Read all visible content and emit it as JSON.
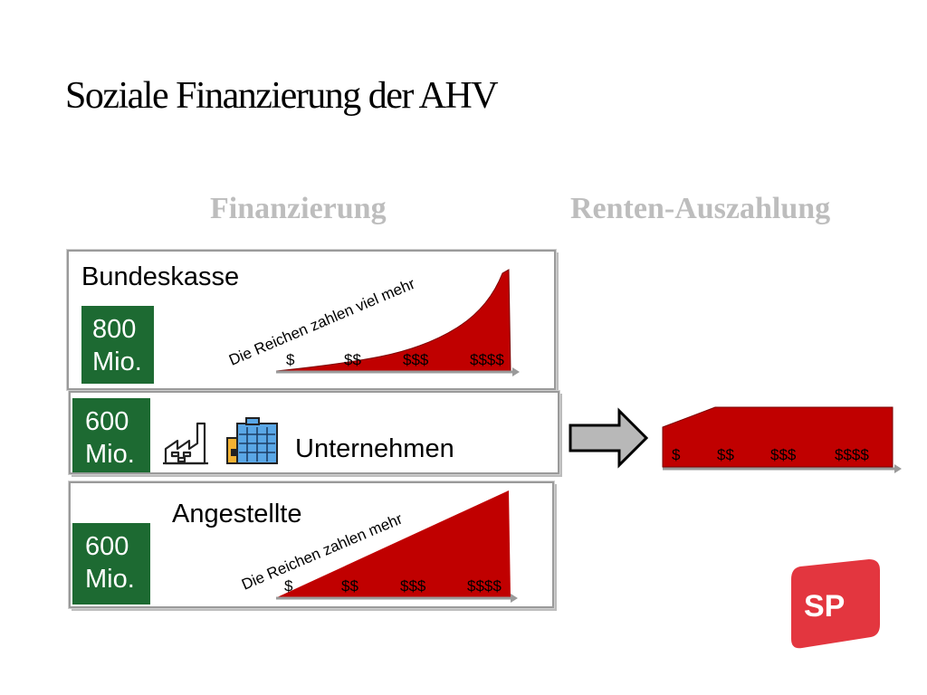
{
  "slide": {
    "title": "Soziale Finanzierung der AHV",
    "col_financing": "Finanzierung",
    "col_payout": "Renten-Auszahlung"
  },
  "bundeskasse": {
    "label": "Bundeskasse",
    "amount_line1": "800",
    "amount_line2": "Mio.",
    "slogan": "Die Reichen zahlen viel mehr",
    "ticks": [
      "$",
      "$$",
      "$$$",
      "$$$$"
    ]
  },
  "unternehmen": {
    "label": "Unternehmen",
    "amount_line1": "600",
    "amount_line2": "Mio."
  },
  "angestellte": {
    "label": "Angestellte",
    "amount_line1": "600",
    "amount_line2": "Mio.",
    "slogan": "Die Reichen zahlen mehr",
    "ticks": [
      "$",
      "$$",
      "$$$",
      "$$$$"
    ]
  },
  "renten": {
    "ticks": [
      "$",
      "$$",
      "$$$",
      "$$$$"
    ]
  },
  "logo": {
    "text": "SP"
  },
  "colors": {
    "red": "#c00000",
    "green": "#1d6a32",
    "gray_heading": "#bdbdbd",
    "logo_red": "#e3363f"
  }
}
